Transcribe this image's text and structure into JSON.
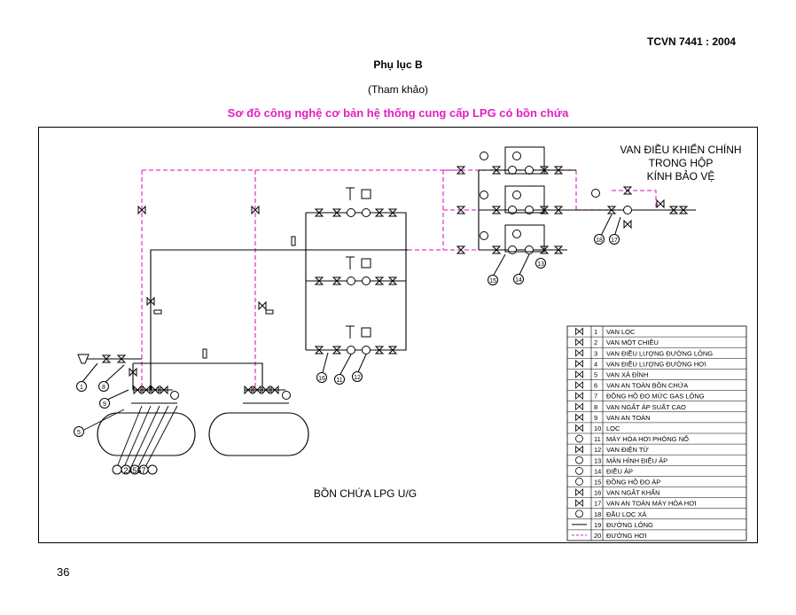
{
  "header": {
    "standard": "TCVN 7441 : 2004",
    "appendix": "Phụ lục B",
    "reference": "(Tham khảo)",
    "title": "Sơ đồ công nghệ cơ bản hệ thống cung cấp LPG có bồn chứa"
  },
  "colors": {
    "title": "#e020c0",
    "vapor_line": "#e040c8",
    "line": "#000000"
  },
  "diagram": {
    "main_valve_label": [
      "VAN ĐIỀU KHIỂN CHÍNH",
      "TRONG HỘP",
      "KÍNH BẢO VỆ"
    ],
    "tank_label": "BỒN CHỨA LPG U/G",
    "tank_callout": "24567",
    "callouts": [
      "1",
      "8",
      "9",
      "5",
      "16",
      "11",
      "12",
      "13",
      "14",
      "15",
      "18",
      "17"
    ]
  },
  "legend": [
    {
      "num": "1",
      "label": "VAN LỌC",
      "icon": "filter-valve-icon"
    },
    {
      "num": "2",
      "label": "VAN MỘT CHIỀU",
      "icon": "check-valve-icon"
    },
    {
      "num": "3",
      "label": "VAN ĐIỀU LƯỢNG ĐƯỜNG LỎNG",
      "icon": "liquid-flow-valve-icon"
    },
    {
      "num": "4",
      "label": "VAN ĐIỀU LƯỢNG ĐƯỜNG HƠI",
      "icon": "vapor-flow-valve-icon"
    },
    {
      "num": "5",
      "label": "VAN XẢ ĐỈNH",
      "icon": "top-drain-valve-icon"
    },
    {
      "num": "6",
      "label": "VAN AN TOÀN BỒN CHỨA",
      "icon": "tank-safety-valve-icon"
    },
    {
      "num": "7",
      "label": "ĐỒNG HỒ ĐO MỨC GAS LỎNG",
      "icon": "level-gauge-icon"
    },
    {
      "num": "8",
      "label": "VAN NGẮT ÁP SUẤT CAO",
      "icon": "high-pressure-shutoff-icon"
    },
    {
      "num": "9",
      "label": "VAN AN TOÀN",
      "icon": "safety-valve-icon"
    },
    {
      "num": "10",
      "label": "LỌC",
      "icon": "filter-icon"
    },
    {
      "num": "11",
      "label": "MÁY HÓA HƠI PHÒNG NỔ",
      "icon": "vaporizer-icon"
    },
    {
      "num": "12",
      "label": "VAN ĐIỆN TỪ",
      "icon": "solenoid-valve-icon"
    },
    {
      "num": "13",
      "label": "MÀN HÌNH ĐIỀU ÁP",
      "icon": "regulator-display-icon"
    },
    {
      "num": "14",
      "label": "ĐIỀU ÁP",
      "icon": "regulator-icon"
    },
    {
      "num": "15",
      "label": "ĐỒNG HỒ ĐO ÁP",
      "icon": "pressure-gauge-icon"
    },
    {
      "num": "16",
      "label": "VAN NGẮT KHẨN",
      "icon": "emergency-shutoff-icon"
    },
    {
      "num": "17",
      "label": "VAN AN TOÀN MÁY HÓA HƠI",
      "icon": "vaporizer-safety-valve-icon"
    },
    {
      "num": "18",
      "label": "ĐẦU LỌC XẢ",
      "icon": "drain-filter-icon"
    },
    {
      "num": "19",
      "label": "ĐƯỜNG LỎNG",
      "icon": "liquid-line-icon"
    },
    {
      "num": "20",
      "label": "ĐƯỜNG HƠI",
      "icon": "vapor-line-icon"
    }
  ],
  "page_number": "36"
}
